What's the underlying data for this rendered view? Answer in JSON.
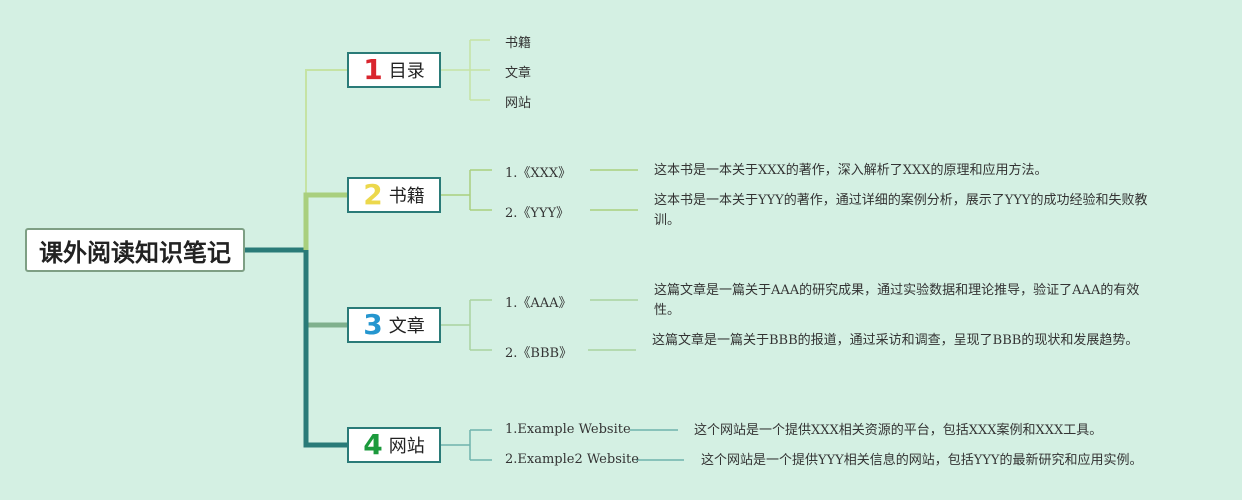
{
  "root": {
    "title": "课外阅读知识笔记"
  },
  "branches": [
    {
      "num": "1",
      "label": "目录",
      "color": "#d9252e",
      "items": [
        {
          "title": "书籍"
        },
        {
          "title": "文章"
        },
        {
          "title": "网站"
        }
      ]
    },
    {
      "num": "2",
      "label": "书籍",
      "color": "#ecd84c",
      "items": [
        {
          "title": "1.《XXX》",
          "desc": "这本书是一本关于XXX的著作，深入解析了XXX的原理和应用方法。"
        },
        {
          "title": "2.《YYY》",
          "desc": "这本书是一本关于YYY的著作，通过详细的案例分析，展示了YYY的成功经验和失败教训。"
        }
      ]
    },
    {
      "num": "3",
      "label": "文章",
      "color": "#2596cf",
      "items": [
        {
          "title": "1.《AAA》",
          "desc": "这篇文章是一篇关于AAA的研究成果，通过实验数据和理论推导，验证了AAA的有效性。"
        },
        {
          "title": "2.《BBB》",
          "desc": "这篇文章是一篇关于BBB的报道，通过采访和调查，呈现了BBB的现状和发展趋势。"
        }
      ]
    },
    {
      "num": "4",
      "label": "网站",
      "color": "#1b9a3c",
      "items": [
        {
          "title": "1.Example Website",
          "desc": "这个网站是一个提供XXX相关资源的平台，包括XXX案例和XXX工具。"
        },
        {
          "title": "2.Example2 Website",
          "desc": "这个网站是一个提供YYY相关信息的网站，包括YYY的最新研究和应用实例。"
        }
      ]
    }
  ],
  "colors": {
    "background": "#d4f0e3",
    "connector_dark": "#2a7b78",
    "connector_light": "#a9cf7e",
    "connector_mid": "#7fb08d"
  }
}
